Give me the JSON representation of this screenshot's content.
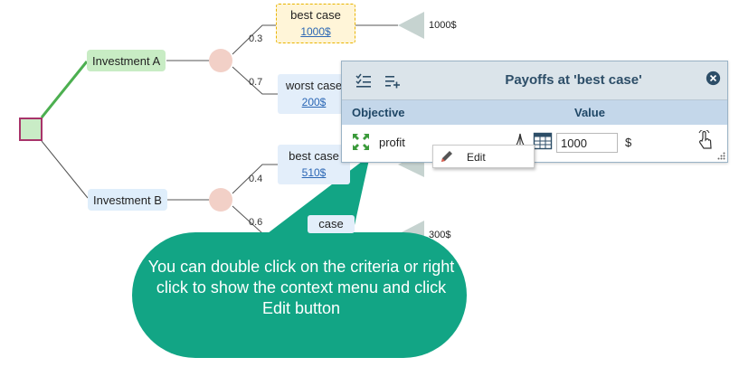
{
  "tree": {
    "alternatives": [
      {
        "label": "Investment A"
      },
      {
        "label": "Investment B"
      }
    ],
    "branches_a": [
      {
        "probability": "0.3",
        "outcome_label": "best case",
        "outcome_value": "1000$",
        "terminal_value": "1000$"
      },
      {
        "probability": "0.7",
        "outcome_label": "worst case",
        "outcome_value": "200$"
      }
    ],
    "branches_b": [
      {
        "probability": "0.4",
        "outcome_label": "best case",
        "outcome_value": "510$"
      },
      {
        "probability": "0.6",
        "outcome_label": "case",
        "terminal_value": "300$"
      }
    ]
  },
  "panel": {
    "title": "Payoffs at 'best case'",
    "columns": {
      "objective": "Objective",
      "value": "Value"
    },
    "row": {
      "objective": "profit",
      "value": "1000",
      "unit": "$"
    }
  },
  "context_menu": {
    "item": "Edit"
  },
  "callout": {
    "text": "You can double click on the criteria or right click to show the context menu and click Edit button"
  },
  "colors": {
    "callout": "#12a585",
    "panel_header": "#dbe4ea",
    "column_header": "#c4d7ea",
    "title_text": "#2d4e68"
  }
}
